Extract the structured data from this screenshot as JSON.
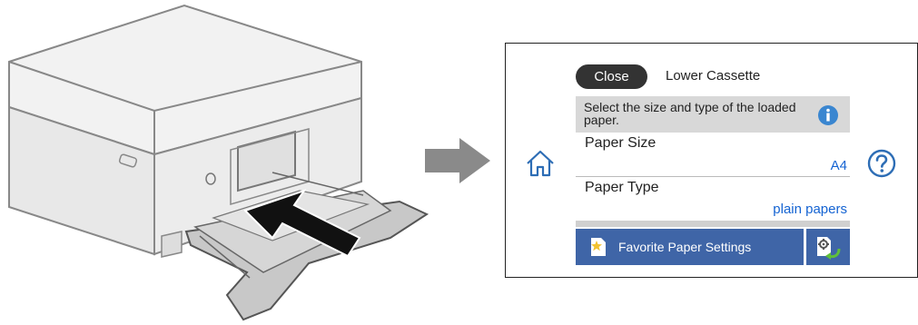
{
  "panel": {
    "close_label": "Close",
    "title": "Lower Cassette",
    "instruction": "Select the size and type of the loaded paper.",
    "paper_size_label": "Paper Size",
    "paper_size_value": "A4",
    "paper_type_label": "Paper Type",
    "paper_type_value": "plain papers",
    "favorite_label": "Favorite Paper Settings"
  },
  "icons": {
    "home": "home-icon",
    "help": "help-icon",
    "info": "info-icon",
    "favorite": "star-document-icon",
    "settings": "gear-return-icon"
  },
  "colors": {
    "accent_blue": "#3f65a7",
    "value_blue": "#1463d2",
    "info_gray": "#d8d8d8",
    "close_dark": "#333333"
  }
}
